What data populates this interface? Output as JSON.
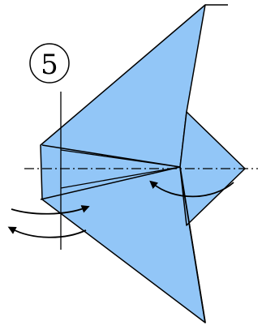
{
  "step": {
    "number": "5"
  },
  "colors": {
    "paper": "#92c6f7",
    "outline": "#000000",
    "background": "#ffffff"
  },
  "icons": {
    "step_marker": "circled-number",
    "fold_axis_horizontal": "dash-dot-line",
    "fold_axis_vertical": "solid-crease-line",
    "arrow_left": "curved-turn-over-arrows",
    "arrow_right": "curved-fold-arrow"
  }
}
